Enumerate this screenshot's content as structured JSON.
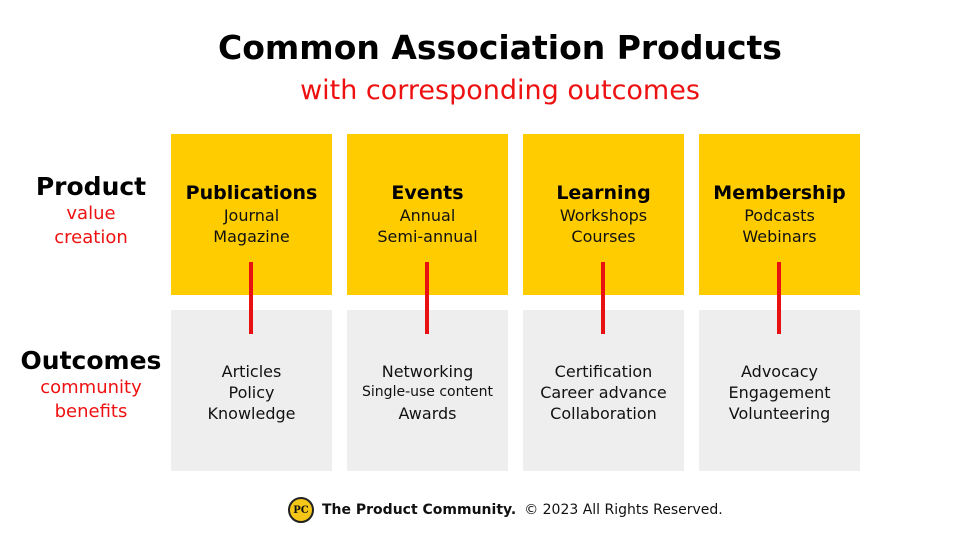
{
  "header": {
    "title": "Common Association Products",
    "subtitle": "with corresponding outcomes"
  },
  "rows": {
    "product": {
      "label": "Product",
      "sub1": "value",
      "sub2": "creation"
    },
    "outcomes": {
      "label": "Outcomes",
      "sub1": "community",
      "sub2": "benefits"
    }
  },
  "columns": [
    {
      "title": "Publications",
      "items": [
        "Journal",
        "Magazine"
      ],
      "outcomes": [
        "Articles",
        "Policy",
        "Knowledge"
      ]
    },
    {
      "title": "Events",
      "items": [
        "Annual",
        "Semi-annual"
      ],
      "outcomes": [
        "Networking",
        "Single-use content",
        "Awards"
      ]
    },
    {
      "title": "Learning",
      "items": [
        "Workshops",
        "Courses"
      ],
      "outcomes": [
        "Certification",
        "Career advance",
        "Collaboration"
      ]
    },
    {
      "title": "Membership",
      "items": [
        "Podcasts",
        "Webinars"
      ],
      "outcomes": [
        "Advocacy",
        "Engagement",
        "Volunteering"
      ]
    }
  ],
  "footer": {
    "logo_text": "PC",
    "brand": "The Product Community.",
    "rights": "© 2023 All Rights Reserved."
  },
  "colors": {
    "product_box": "#ffcc00",
    "outcome_box": "#eeeeee",
    "accent_red": "#ee1111"
  }
}
